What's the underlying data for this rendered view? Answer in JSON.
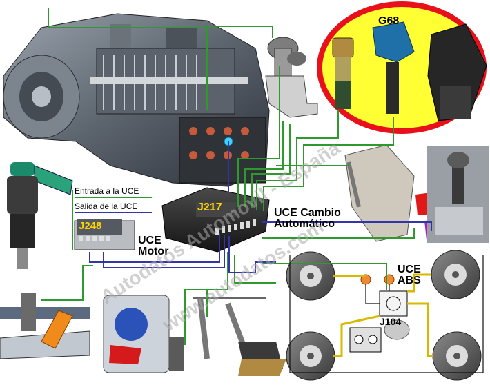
{
  "legend": {
    "input_label": "Entrada a la UCE",
    "output_label": "Salida de la UCE"
  },
  "labels": {
    "g68": "G68",
    "j217": "J217",
    "j248": "J248",
    "j104": "J104",
    "uce_motor_line1": "UCE",
    "uce_motor_line2": "Motor",
    "uce_cambio_line1": "UCE Cambio",
    "uce_cambio_line2": "Automático",
    "uce_abs_line1": "UCE",
    "uce_abs_line2": "ABS"
  },
  "watermark": {
    "line1": "Autodatos Automovil - España",
    "line2": "www.autodatos.com"
  },
  "colors": {
    "input_line": "#2e9a2e",
    "output_line": "#3333aa",
    "abs_line": "#d9b800",
    "callout_fill": "#e8101a",
    "callout_inner": "#ffff33",
    "chip_text": "#ffd400"
  }
}
